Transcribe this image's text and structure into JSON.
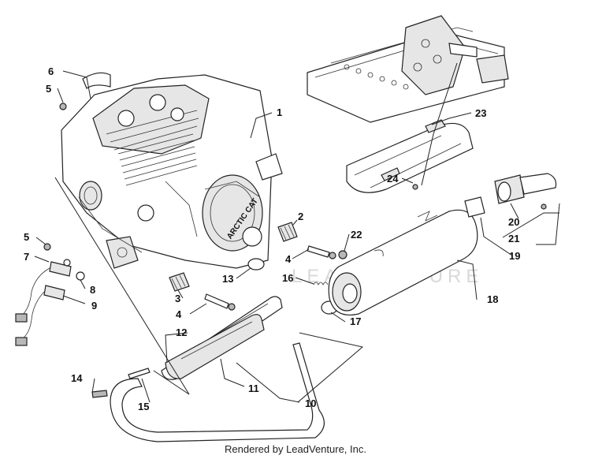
{
  "watermark": "LEADVENTURE",
  "footer_text": "Rendered by LeadVenture, Inc.",
  "engine_brand": "ARCTIC CAT",
  "callouts": [
    "1",
    "2",
    "3",
    "4",
    "4",
    "5",
    "5",
    "6",
    "7",
    "8",
    "9",
    "10",
    "11",
    "12",
    "13",
    "14",
    "15",
    "16",
    "17",
    "18",
    "19",
    "20",
    "21",
    "22",
    "23",
    "24"
  ]
}
